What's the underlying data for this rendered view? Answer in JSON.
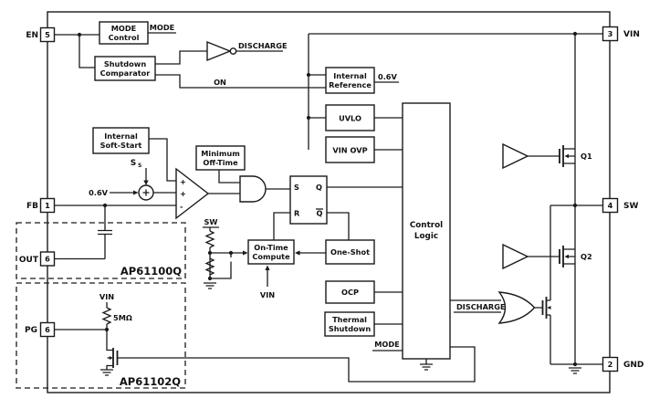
{
  "diagram": {
    "pins": {
      "en": {
        "label": "EN",
        "num": "5"
      },
      "fb": {
        "label": "FB",
        "num": "1"
      },
      "out": {
        "label": "OUT",
        "num": "6"
      },
      "pg": {
        "label": "PG",
        "num": "6"
      },
      "vin": {
        "label": "VIN",
        "num": "3"
      },
      "sw": {
        "label": "SW",
        "num": "4"
      },
      "gnd": {
        "label": "GND",
        "num": "2"
      }
    },
    "blocks": {
      "mode_control": [
        "MODE",
        "Control"
      ],
      "shutdown_comparator": [
        "Shutdown",
        "Comparator"
      ],
      "internal_reference": [
        "Internal",
        "Reference"
      ],
      "uvlo": [
        "UVLO"
      ],
      "vin_ovp": [
        "VIN OVP"
      ],
      "internal_soft_start": [
        "Internal",
        "Soft-Start"
      ],
      "minimum_off_time": [
        "Minimum",
        "Off-Time"
      ],
      "on_time_compute": [
        "On-Time",
        "Compute"
      ],
      "one_shot": [
        "One-Shot"
      ],
      "control_logic": [
        "Control",
        "Logic"
      ],
      "ocp": [
        "OCP"
      ],
      "thermal_shutdown": [
        "Thermal",
        "Shutdown"
      ]
    },
    "nets": {
      "mode_top": "MODE",
      "discharge_top": "DISCHARGE",
      "on": "ON",
      "vref_out": "0.6V",
      "vref_sum": "0.6V",
      "soft_start_main": "S",
      "soft_start_sub": "S",
      "sw_sense": "SW",
      "vin_ontime": "VIN",
      "vin_pullup": "VIN",
      "pullup_value": "5MΩ",
      "mode_bottom": "MODE",
      "discharge_bottom": "DISCHARGE"
    },
    "latch": {
      "s": "S",
      "r": "R",
      "q": "Q",
      "qb": "Q"
    },
    "fets": {
      "q1": "Q1",
      "q2": "Q2"
    },
    "variants": {
      "ap61100q": "AP61100Q",
      "ap61102q": "AP61102Q"
    },
    "colors": {
      "line": "#1a1a1a",
      "background": "#ffffff"
    }
  }
}
